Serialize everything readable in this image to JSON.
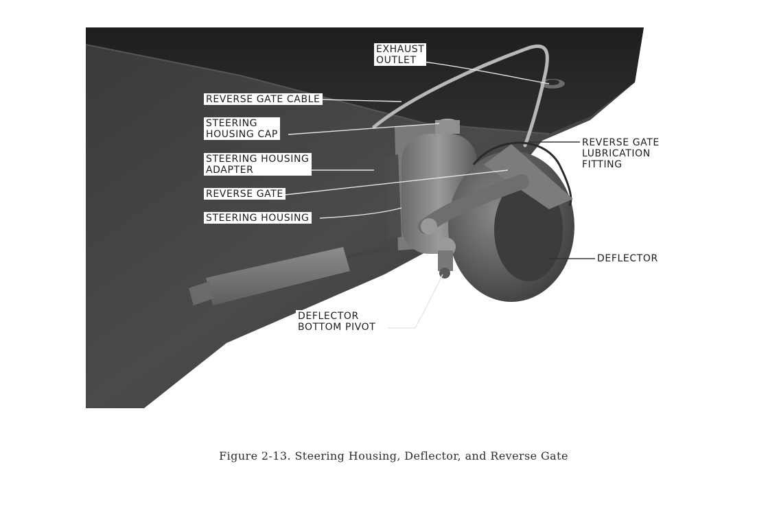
{
  "figure": {
    "caption": "Figure 2-13.  Steering Housing, Deflector, and Reverse Gate",
    "labels": {
      "exhaust_outlet": "EXHAUST\nOUTLET",
      "reverse_gate_cable": "REVERSE GATE CABLE",
      "steering_housing_cap": "STEERING\nHOUSING CAP",
      "steering_housing_adapter": "STEERING HOUSING\nADAPTER",
      "reverse_gate": "REVERSE GATE",
      "steering_housing": "STEERING HOUSING",
      "reverse_gate_lubrication_fitting": "REVERSE GATE\nLUBRICATION\nFITTING",
      "deflector": "DEFLECTOR",
      "deflector_bottom_pivot": "DEFLECTOR\nBOTTOM PIVOT"
    }
  }
}
